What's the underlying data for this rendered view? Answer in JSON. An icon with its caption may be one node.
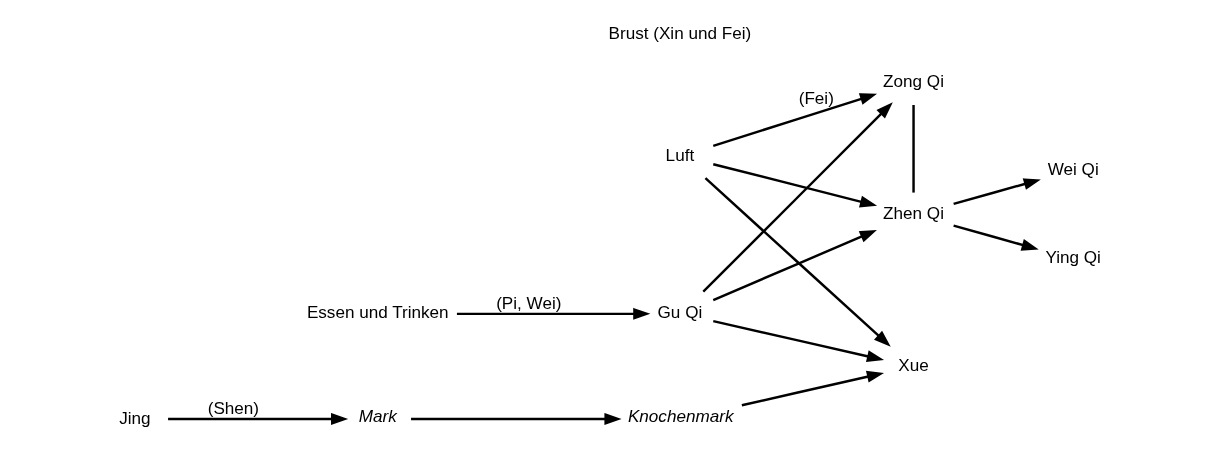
{
  "diagram": {
    "nodes": [
      {
        "text": [
          "Luft"
        ]
      },
      {
        "text": [
          "Essen und Trinken"
        ]
      },
      {
        "text": [
          "Gu Qi"
        ]
      },
      {
        "text": [
          "Zong Qi"
        ]
      },
      {
        "text": [
          "Zhen Qi"
        ]
      },
      {
        "text": [
          "Wei Qi"
        ]
      },
      {
        "text": [
          "Ying Qi"
        ]
      },
      {
        "text": [
          "Xue"
        ]
      },
      {
        "text": [
          "Jing"
        ]
      },
      {
        "text": [
          "Mark"
        ]
      },
      {
        "text": [
          "Knochenmark"
        ]
      }
    ],
    "edges": [
      {
        "from": 0,
        "to": 3,
        "arrow": "to",
        "label": "(Fei)"
      },
      {
        "from": 0,
        "to": 4,
        "arrow": "to"
      },
      {
        "from": 0,
        "to": 7,
        "arrow": "to"
      },
      {
        "from": 1,
        "to": 2,
        "arrow": "to",
        "label": "(Pi, Wei)"
      },
      {
        "from": 2,
        "to": 3,
        "arrow": "to"
      },
      {
        "from": 2,
        "to": 4,
        "arrow": "to"
      },
      {
        "from": 2,
        "to": 7,
        "arrow": "to"
      },
      {
        "from": 3,
        "to": 4,
        "arrow": "none"
      },
      {
        "from": 4,
        "to": 5,
        "arrow": "to"
      },
      {
        "from": 4,
        "to": 6,
        "arrow": "to"
      },
      {
        "from": 8,
        "to": 9,
        "arrow": "to",
        "label": "(Shen)"
      },
      {
        "from": 9,
        "to": 10,
        "arrow": "to"
      },
      {
        "from": 10,
        "to": 7,
        "arrow": "to"
      }
    ],
    "labels": [
      "Brust (Xin und Fei)"
    ]
  }
}
